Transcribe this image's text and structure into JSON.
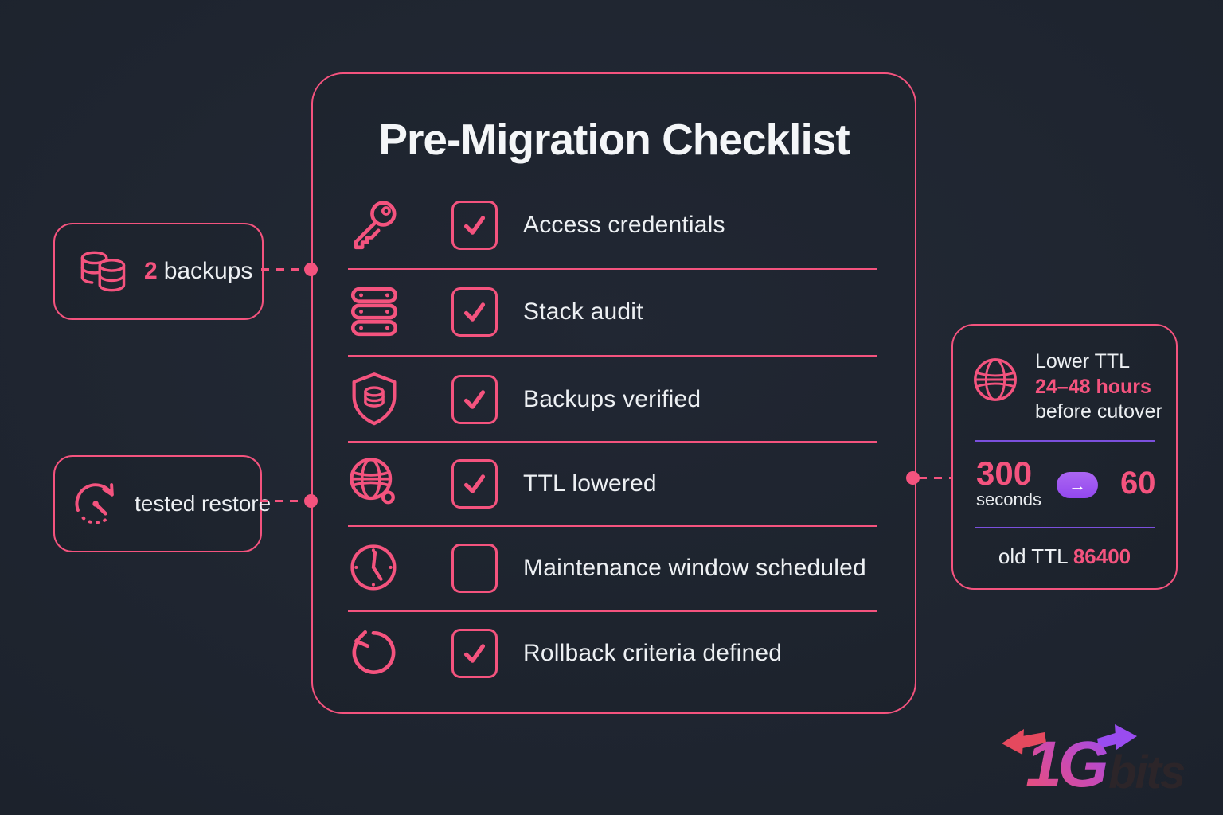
{
  "title": "Pre-Migration Checklist",
  "checklist": {
    "items": [
      {
        "label": "Access credentials",
        "checked": true,
        "icon": "key-icon"
      },
      {
        "label": "Stack audit",
        "checked": true,
        "icon": "server-stack-icon"
      },
      {
        "label": "Backups verified",
        "checked": true,
        "icon": "shield-database-icon"
      },
      {
        "label": "TTL lowered",
        "checked": true,
        "icon": "globe-dot-icon"
      },
      {
        "label": "Maintenance window scheduled",
        "checked": false,
        "icon": "clock-icon"
      },
      {
        "label": "Rollback criteria defined",
        "checked": true,
        "icon": "rollback-arrow-icon"
      }
    ]
  },
  "backups_card": {
    "value": "2",
    "label": "backups",
    "icon": "database-stack-icon"
  },
  "restore_card": {
    "label": "tested restore",
    "icon": "restore-timer-icon"
  },
  "ttl_card": {
    "icon": "globe-icon",
    "line1": "Lower TTL",
    "line2": "24–48 hours",
    "line3": "before cutover",
    "from_value": "300",
    "from_unit": "seconds",
    "arrow": "→",
    "to_value": "60",
    "old_ttl_label": "old TTL",
    "old_ttl_value": "86400"
  },
  "logo": {
    "primary": "1G",
    "secondary": "bits"
  },
  "colors": {
    "background": "#20262f",
    "pink": "#f4537e",
    "purple_divider": "#7b50dd",
    "pill_purple": "#9d56f0",
    "text_white": "#edf0f3",
    "logo_gradient_start": "#ec4f72",
    "logo_gradient_end": "#9a4cf0"
  }
}
